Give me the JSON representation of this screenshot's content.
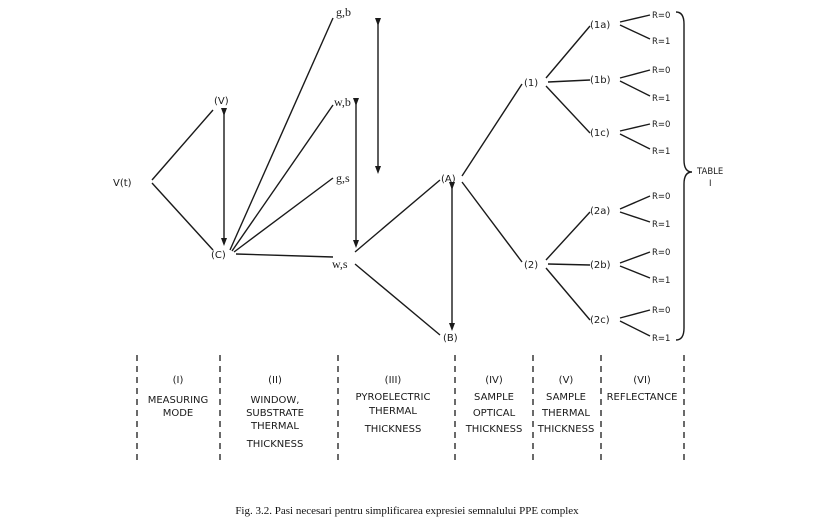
{
  "nodes": {
    "vt": "V(t)",
    "v": "(V)",
    "c": "(C)",
    "gb": "g,b",
    "wb": "w,b",
    "gs": "g,s",
    "ws": "w,s",
    "a": "(A)",
    "b": "(B)",
    "n1": "(1)",
    "n2": "(2)",
    "n1a": "(1a)",
    "n1b": "(1b)",
    "n1c": "(1c)",
    "n2a": "(2a)",
    "n2b": "(2b)",
    "n2c": "(2c)",
    "r0": "R=0",
    "r1": "R=1",
    "table_line1": "TABLE",
    "table_line2": "I"
  },
  "stages": [
    {
      "num": "(I)",
      "lines": [
        "MEASURING",
        "MODE"
      ]
    },
    {
      "num": "(II)",
      "lines": [
        "WINDOW,",
        "SUBSTRATE",
        "THERMAL",
        "THICKNESS"
      ]
    },
    {
      "num": "(III)",
      "lines": [
        "PYROELECTRIC",
        "THERMAL",
        "THICKNESS"
      ]
    },
    {
      "num": "(IV)",
      "lines": [
        "SAMPLE",
        "OPTICAL",
        "THICKNESS"
      ]
    },
    {
      "num": "(V)",
      "lines": [
        "SAMPLE",
        "THERMAL",
        "THICKNESS"
      ]
    },
    {
      "num": "(VI)",
      "lines": [
        "REFLECTANCE"
      ]
    }
  ],
  "caption": "Fig. 3.2. Pasi necesari pentru simplificarea expresiei semnalului PPE complex"
}
